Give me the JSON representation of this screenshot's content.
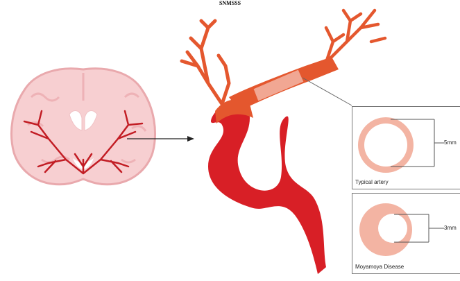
{
  "title": "SNMSSS",
  "panels": {
    "typical": {
      "caption": "Typical artery",
      "diameter": "5mm"
    },
    "moyamoya": {
      "caption": "Moyamoya Disease",
      "diameter": "3mm"
    }
  },
  "colors": {
    "brain_fill": "#f7cfd1",
    "brain_outline": "#e9a9ad",
    "vessel": "#c21d24",
    "artery_dark": "#d81f26",
    "artery_light": "#e4572e",
    "wall_pink": "#f1a793",
    "lumen": "#ffffff"
  }
}
